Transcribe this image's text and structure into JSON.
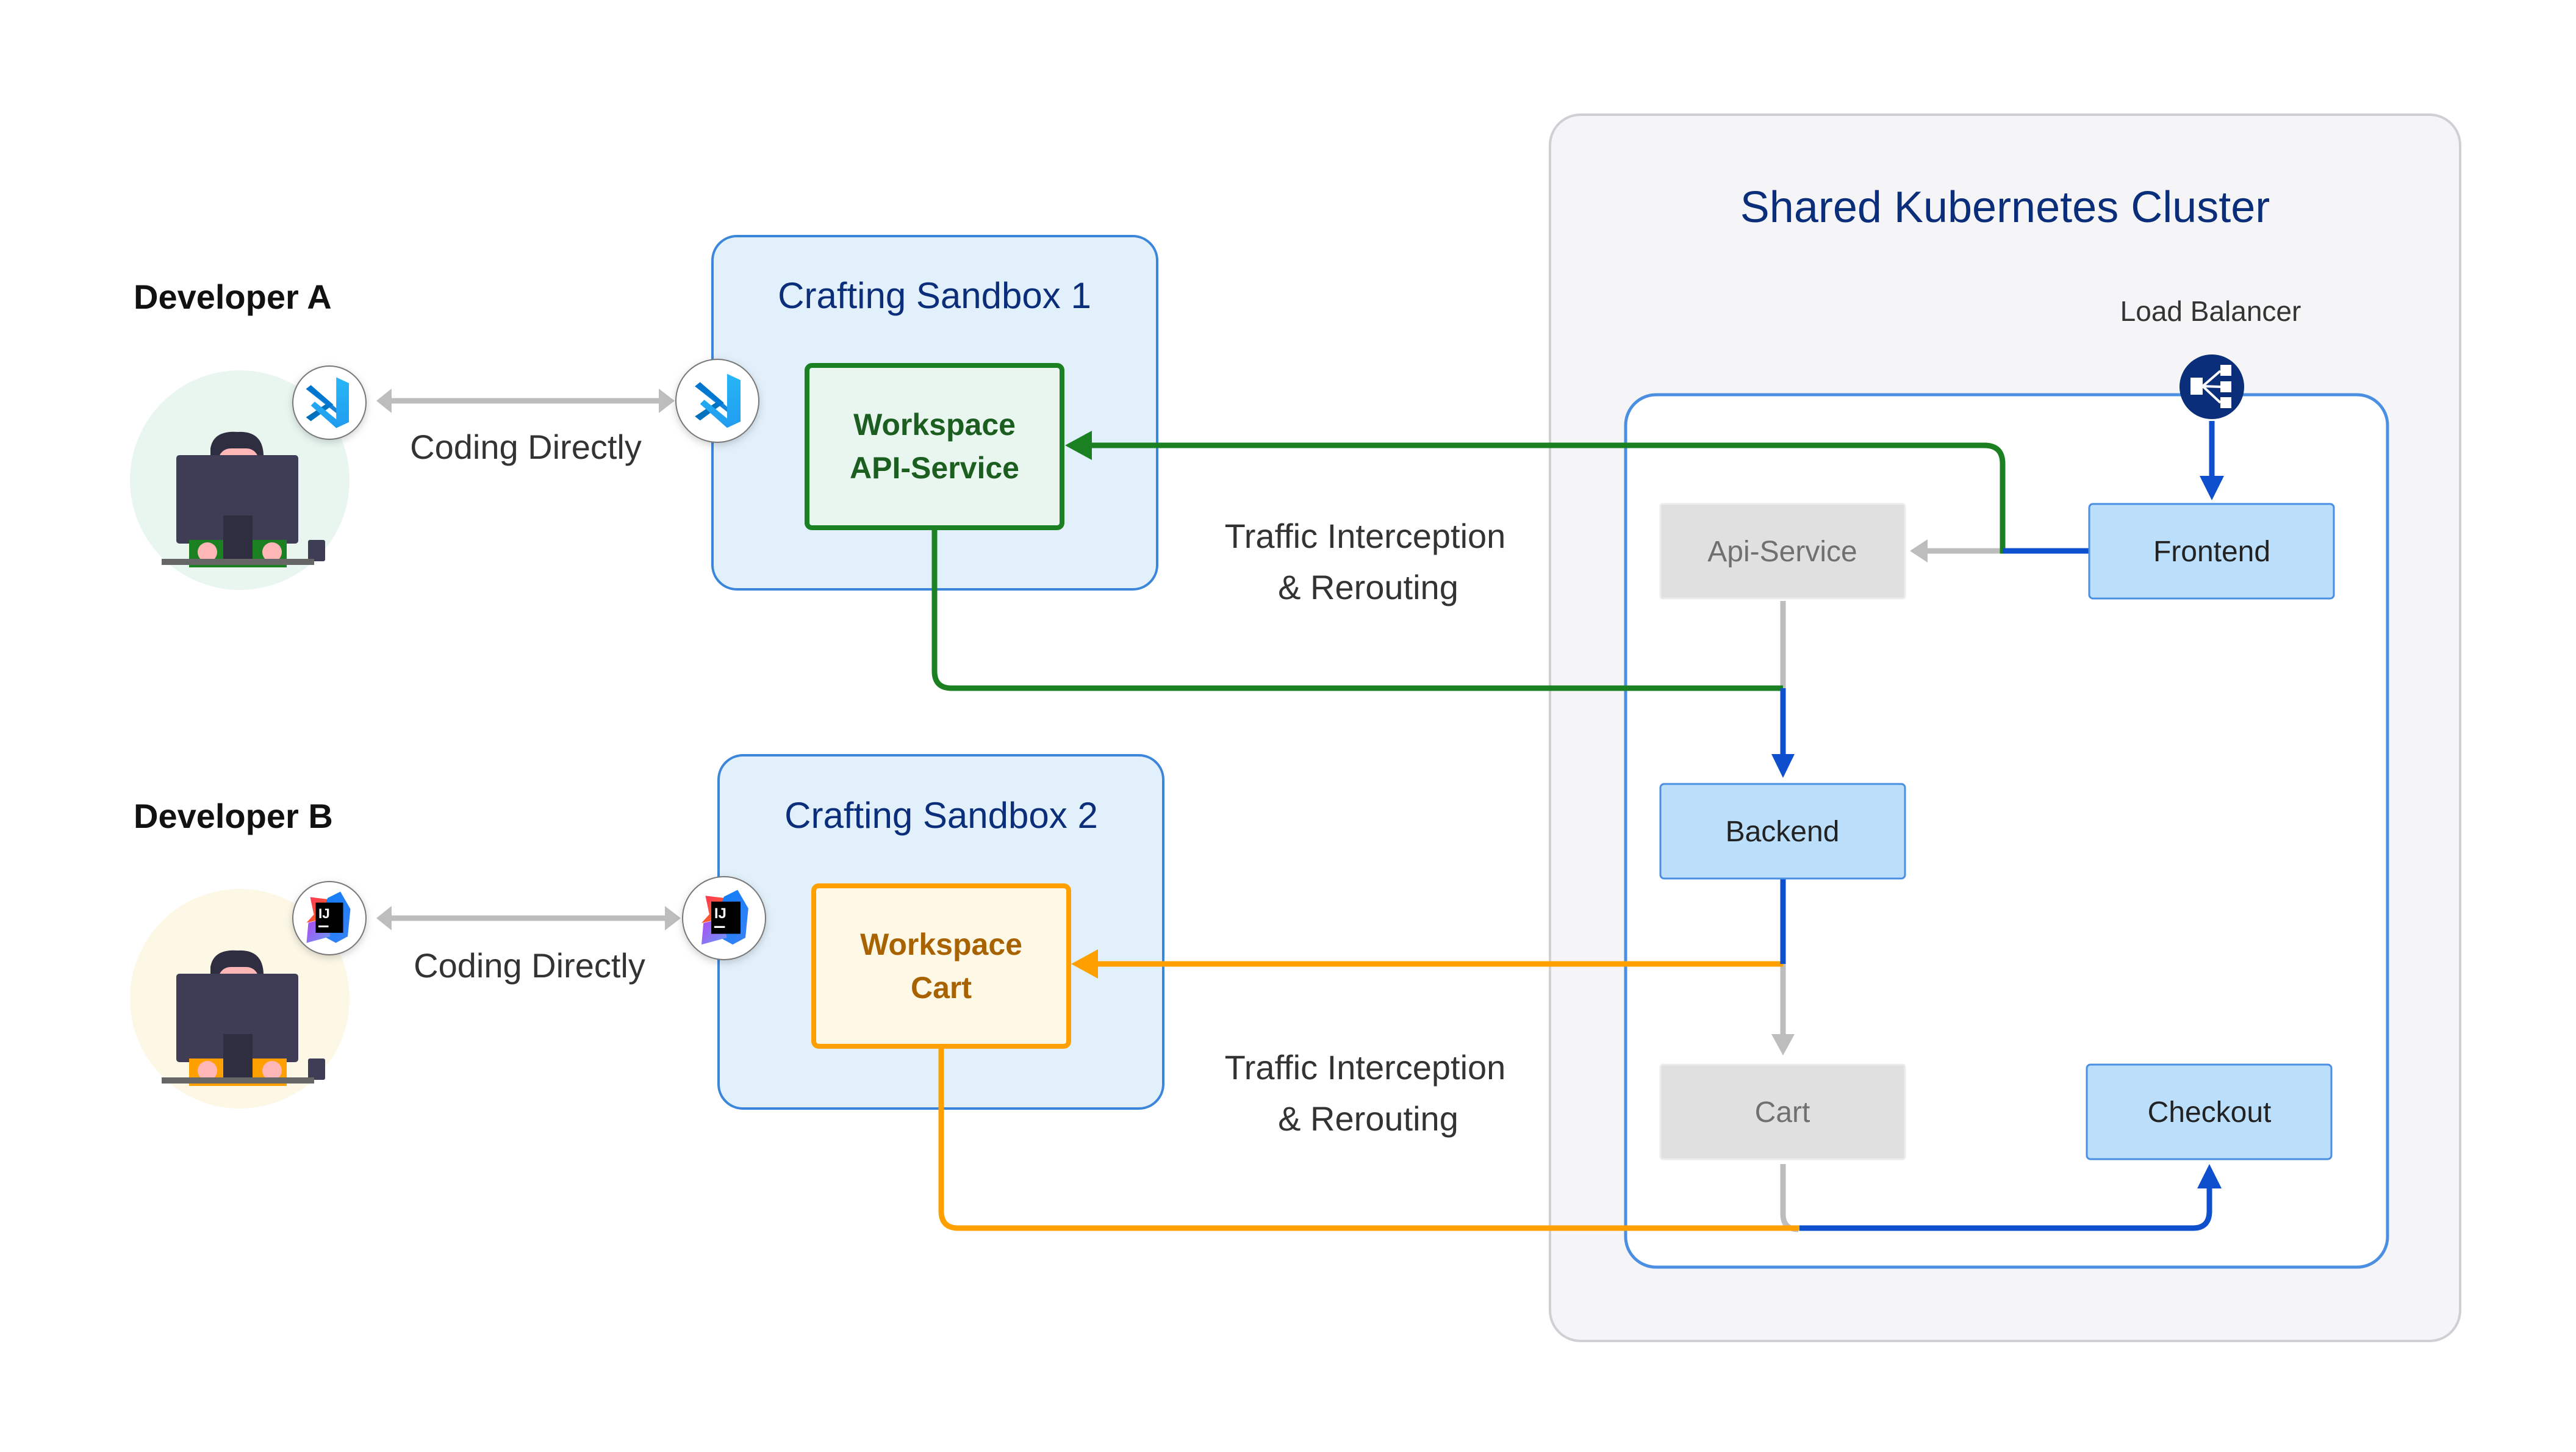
{
  "developers": [
    {
      "label": "Developer A",
      "ide": "vscode-icon",
      "theme": "green"
    },
    {
      "label": "Developer B",
      "ide": "intellij-icon",
      "theme": "orange"
    }
  ],
  "connections": {
    "coding_label_a": "Coding Directly",
    "coding_label_b": "Coding Directly",
    "traffic_label_1_line1": "Traffic Interception",
    "traffic_label_1_line2": "& Rerouting",
    "traffic_label_2_line1": "Traffic Interception",
    "traffic_label_2_line2": "& Rerouting"
  },
  "sandboxes": [
    {
      "title": "Crafting Sandbox 1",
      "workspace_line1": "Workspace",
      "workspace_line2": "API-Service"
    },
    {
      "title": "Crafting Sandbox 2",
      "workspace_line1": "Workspace",
      "workspace_line2": "Cart"
    }
  ],
  "cluster": {
    "title": "Shared Kubernetes Cluster",
    "load_balancer_label": "Load Balancer",
    "services": {
      "api_service": "Api-Service",
      "frontend": "Frontend",
      "backend": "Backend",
      "cart": "Cart",
      "checkout": "Checkout"
    }
  },
  "colors": {
    "green": "#1a8022",
    "orange": "#ffa000",
    "blue": "#0d4fcc",
    "gray": "#bdbdbd",
    "navy": "#0b2e7a"
  }
}
